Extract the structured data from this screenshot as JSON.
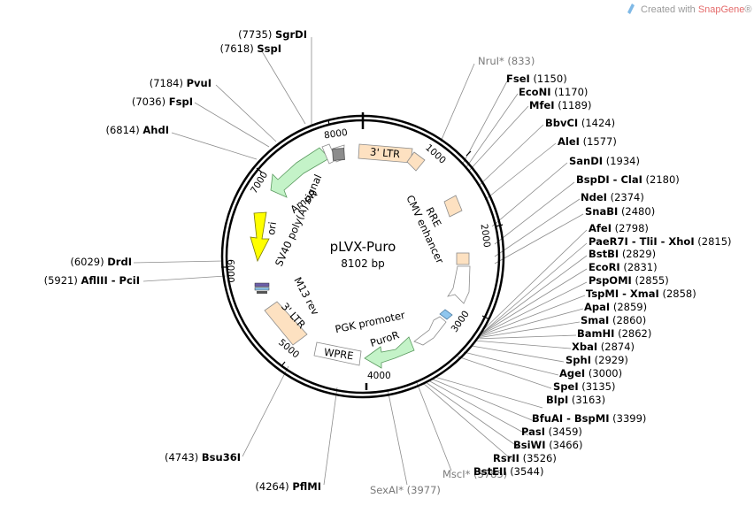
{
  "credit": {
    "prefix": "Created with ",
    "brand": "SnapGene",
    "suffix": "®"
  },
  "plasmid": {
    "name": "pLVX-Puro",
    "size": "8102 bp"
  },
  "ticks": [
    "1000",
    "2000",
    "3000",
    "4000",
    "5000",
    "6000",
    "7000",
    "8000"
  ],
  "features": [
    "3' LTR",
    "RRE",
    "CMV enhancer",
    "PGK promoter",
    "PuroR",
    "WPRE",
    "3' LTR",
    "M13 rev",
    "ori",
    "AmpR",
    "SV40 poly(A) signal"
  ],
  "sites": [
    {
      "name": "SgrDI",
      "pos": "(7735)",
      "grey": false
    },
    {
      "name": "SspI",
      "pos": "(7618)",
      "grey": false
    },
    {
      "name": "PvuI",
      "pos": "(7184)",
      "grey": false
    },
    {
      "name": "FspI",
      "pos": "(7036)",
      "grey": false
    },
    {
      "name": "AhdI",
      "pos": "(6814)",
      "grey": false
    },
    {
      "name": "DrdI",
      "pos": "(6029)",
      "grey": false
    },
    {
      "name": "AflIII - PciI",
      "pos": "(5921)",
      "grey": false
    },
    {
      "name": "Bsu36I",
      "pos": "(4743)",
      "grey": false
    },
    {
      "name": "PflMI",
      "pos": "(4264)",
      "grey": false
    },
    {
      "name": "SexAI*",
      "pos": "(3977)",
      "grey": true
    },
    {
      "name": "MscI*",
      "pos": "(3785)",
      "grey": true
    },
    {
      "name": "NruI*",
      "pos": "(833)",
      "grey": true
    },
    {
      "name": "FseI",
      "pos": "(1150)",
      "grey": false
    },
    {
      "name": "EcoNI",
      "pos": "(1170)",
      "grey": false
    },
    {
      "name": "MfeI",
      "pos": "(1189)",
      "grey": false
    },
    {
      "name": "BbvCI",
      "pos": "(1424)",
      "grey": false
    },
    {
      "name": "AleI",
      "pos": "(1577)",
      "grey": false
    },
    {
      "name": "SanDI",
      "pos": "(1934)",
      "grey": false
    },
    {
      "name": "BspDI - ClaI",
      "pos": "(2180)",
      "grey": false
    },
    {
      "name": "NdeI",
      "pos": "(2374)",
      "grey": false
    },
    {
      "name": "SnaBI",
      "pos": "(2480)",
      "grey": false
    },
    {
      "name": "AfeI",
      "pos": "(2798)",
      "grey": false
    },
    {
      "name": "PaeR7I - TliI - XhoI",
      "pos": "(2815)",
      "grey": false
    },
    {
      "name": "BstBI",
      "pos": "(2829)",
      "grey": false
    },
    {
      "name": "EcoRI",
      "pos": "(2831)",
      "grey": false
    },
    {
      "name": "PspOMI",
      "pos": "(2855)",
      "grey": false
    },
    {
      "name": "TspMI - XmaI",
      "pos": "(2858)",
      "grey": false
    },
    {
      "name": "ApaI",
      "pos": "(2859)",
      "grey": false
    },
    {
      "name": "SmaI",
      "pos": "(2860)",
      "grey": false
    },
    {
      "name": "BamHI",
      "pos": "(2862)",
      "grey": false
    },
    {
      "name": "XbaI",
      "pos": "(2874)",
      "grey": false
    },
    {
      "name": "SphI",
      "pos": "(2929)",
      "grey": false
    },
    {
      "name": "AgeI",
      "pos": "(3000)",
      "grey": false
    },
    {
      "name": "SpeI",
      "pos": "(3135)",
      "grey": false
    },
    {
      "name": "BlpI",
      "pos": "(3163)",
      "grey": false
    },
    {
      "name": "BfuAI - BspMI",
      "pos": "(3399)",
      "grey": false
    },
    {
      "name": "PasI",
      "pos": "(3459)",
      "grey": false
    },
    {
      "name": "BsiWI",
      "pos": "(3466)",
      "grey": false
    },
    {
      "name": "RsrII",
      "pos": "(3526)",
      "grey": false
    },
    {
      "name": "BstEII",
      "pos": "(3544)",
      "grey": false
    }
  ]
}
